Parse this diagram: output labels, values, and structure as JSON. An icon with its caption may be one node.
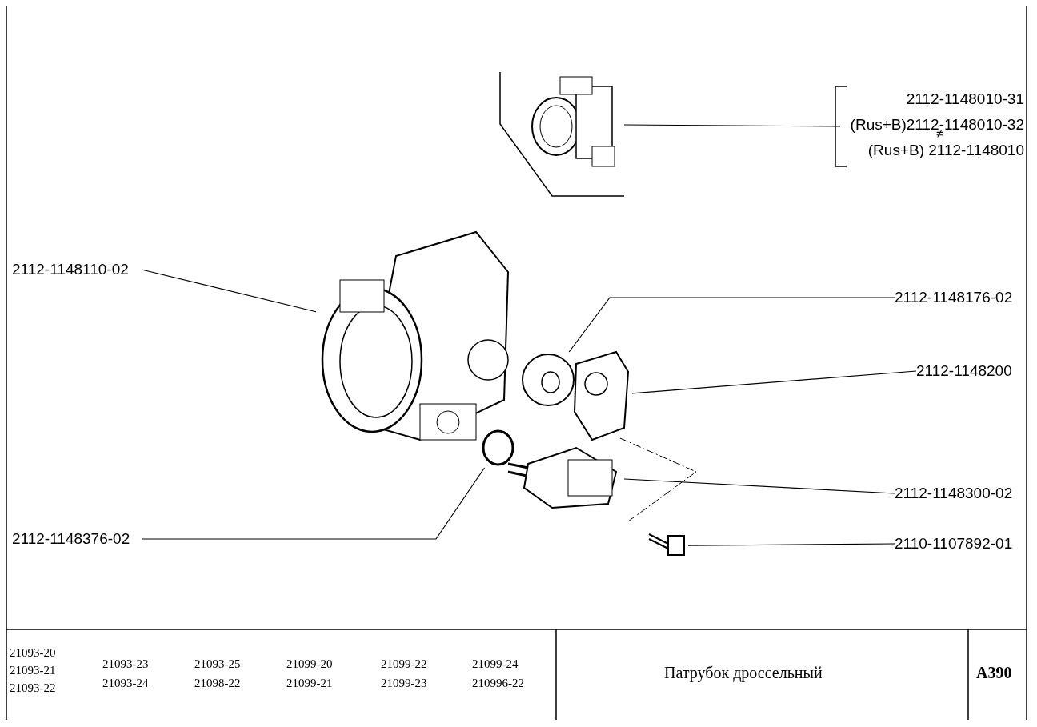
{
  "diagram": {
    "title": "Патрубок дроссельный",
    "nodes": [
      {
        "text": [
          "2112-1148010-31",
          "(Rus+B)2112-1148010-32",
          "(Rus+B) 2112-1148010"
        ]
      },
      {
        "text": [],
        "shape": "picture"
      },
      {
        "text": [
          "2112-1148110-02"
        ]
      },
      {
        "text": [],
        "shape": "picture"
      },
      {
        "text": [
          "2112-1148176-02"
        ]
      },
      {
        "text": [],
        "shape": "picture"
      },
      {
        "text": [
          "2112-1148200"
        ]
      },
      {
        "text": [],
        "shape": "picture"
      },
      {
        "text": [
          "2112-1148300-02"
        ]
      },
      {
        "text": [],
        "shape": "picture"
      },
      {
        "text": [
          "2110-1107892-01"
        ]
      },
      {
        "text": [],
        "shape": "picture"
      },
      {
        "text": [
          "2112-1148376-02"
        ]
      },
      {
        "text": [],
        "shape": "circle"
      }
    ],
    "edges": [
      {
        "from": 0,
        "to": 1,
        "arrow": "none"
      },
      {
        "from": 2,
        "to": 3,
        "arrow": "none"
      },
      {
        "from": 4,
        "to": 5,
        "arrow": "none"
      },
      {
        "from": 6,
        "to": 7,
        "arrow": "none"
      },
      {
        "from": 8,
        "to": 9,
        "arrow": "none"
      },
      {
        "from": 10,
        "to": 11,
        "arrow": "none"
      },
      {
        "from": 12,
        "to": 13,
        "arrow": "none"
      }
    ],
    "labels": [
      "≠",
      "21093-20",
      "21093-23",
      "21093-25",
      "21099-20",
      "21099-22",
      "21099-24",
      "21093-21",
      "21093-24",
      "21098-22",
      "21099-21",
      "21099-23",
      "210996-22",
      "21093-22",
      "A390"
    ]
  }
}
